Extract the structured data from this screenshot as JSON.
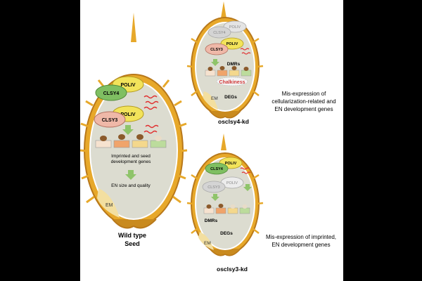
{
  "colors": {
    "husk": "#e7a82a",
    "husk_dark": "#b8781a",
    "endosperm": "#dcdcd0",
    "embryo": "#f3dfa0",
    "poliv": "#f2e35a",
    "clsy4": "#7fbf62",
    "clsy3": "#efb8a8",
    "arrow": "#8fc46a",
    "sirna": "#e03030",
    "chalkiness": "#d03a3a",
    "gene_brown": "#8b5a2b",
    "gray": "#c4c4c4"
  },
  "wild_type": {
    "poliv": "POLIV",
    "clsy4": "CLSY4",
    "clsy3": "CLSY3",
    "genes_text_1": "Imprinted and seed",
    "genes_text_2": "development genes",
    "en_text": "EN size and quality",
    "em": "EM",
    "label_1": "Wild type",
    "label_2": "Seed"
  },
  "clsy4_kd": {
    "poliv": "POLIV",
    "clsy4": "CLSY4",
    "clsy3": "CLSY3",
    "dmrs": "DMRs",
    "chalkiness": "Chalkiness",
    "degs": "DEGs",
    "em": "EM",
    "label": "osclsy4-kd",
    "desc_1": "Mis-expression of",
    "desc_2": "cellularization-related and",
    "desc_3": "EN development genes"
  },
  "clsy3_kd": {
    "poliv": "POLIV",
    "poliv_faded": "POLIV",
    "clsy4": "CLSY4",
    "clsy3": "CLSY3",
    "dmrs": "DMRs",
    "degs": "DEGs",
    "em": "EM",
    "label": "osclsy3-kd",
    "desc_1": "Mis-expression of imprinted,",
    "desc_2": "EN development genes"
  }
}
